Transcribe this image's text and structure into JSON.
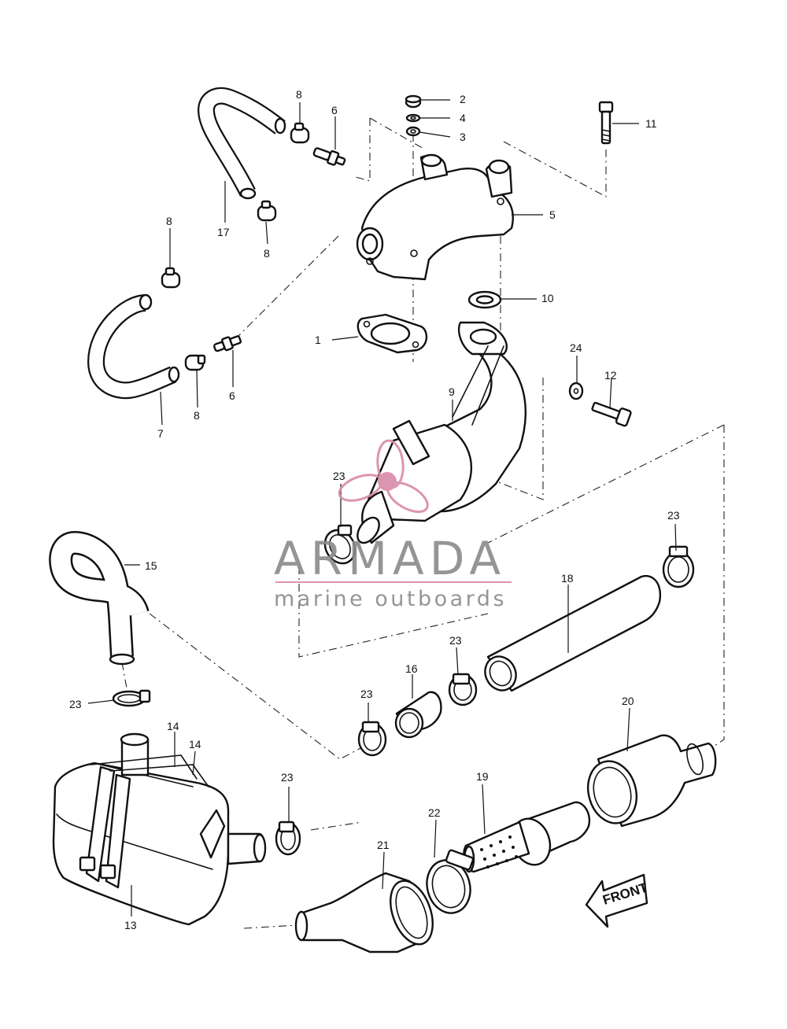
{
  "callouts": {
    "c1": "1",
    "c2": "2",
    "c3": "3",
    "c4": "4",
    "c5": "5",
    "c6a": "6",
    "c6b": "6",
    "c7": "7",
    "c8a": "8",
    "c8b": "8",
    "c8c": "8",
    "c8d": "8",
    "c9": "9",
    "c10": "10",
    "c11": "11",
    "c12": "12",
    "c13": "13",
    "c14a": "14",
    "c14b": "14",
    "c15": "15",
    "c16": "16",
    "c17": "17",
    "c18": "18",
    "c19": "19",
    "c20": "20",
    "c21": "21",
    "c22": "22",
    "c23a": "23",
    "c23b": "23",
    "c23c": "23",
    "c23d": "23",
    "c23e": "23",
    "c23f": "23",
    "c24": "24"
  },
  "front_label": "FRONT",
  "watermark": {
    "brand": "ARMADA",
    "tagline": "marine outboards",
    "brand_color": "#8a8a8a",
    "accent_color": "#d98aa8"
  }
}
